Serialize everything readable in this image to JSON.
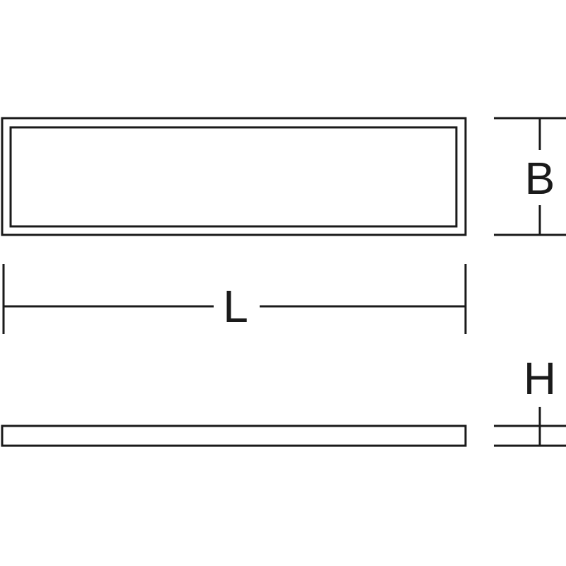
{
  "dimensions": {
    "length_label": "L",
    "width_label": "B",
    "height_label": "H"
  }
}
